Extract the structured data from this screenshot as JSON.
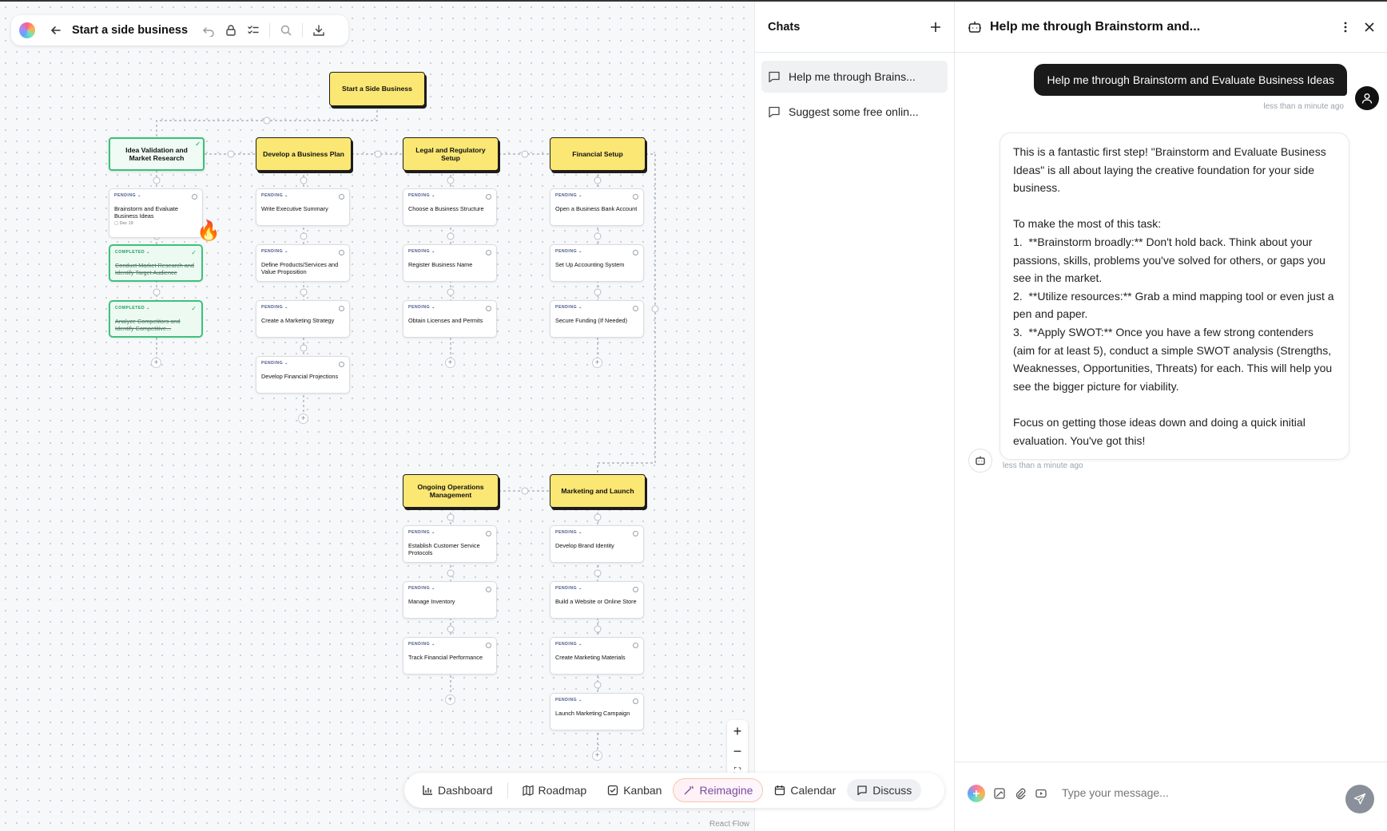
{
  "header": {
    "title": "Start a side business"
  },
  "board": {
    "root": "Start a Side Business",
    "columns": [
      {
        "title": "Idea Validation and Market Research",
        "done": true,
        "tasks": [
          {
            "status": "PENDING",
            "name": "Brainstorm and Evaluate Business Ideas",
            "date": "Dec 19",
            "done": false
          },
          {
            "status": "COMPLETED",
            "name": "Conduct Market Research and Identify Target Audience",
            "done": true
          },
          {
            "status": "COMPLETED",
            "name": "Analyze Competitors and Identify Competitive...",
            "done": true
          }
        ]
      },
      {
        "title": "Develop a Business Plan",
        "done": false,
        "tasks": [
          {
            "status": "PENDING",
            "name": "Write Executive Summary"
          },
          {
            "status": "PENDING",
            "name": "Define Products/Services and Value Proposition"
          },
          {
            "status": "PENDING",
            "name": "Create a Marketing Strategy"
          },
          {
            "status": "PENDING",
            "name": "Develop Financial Projections"
          }
        ]
      },
      {
        "title": "Legal and Regulatory Setup",
        "done": false,
        "tasks": [
          {
            "status": "PENDING",
            "name": "Choose a Business Structure"
          },
          {
            "status": "PENDING",
            "name": "Register Business Name"
          },
          {
            "status": "PENDING",
            "name": "Obtain Licenses and Permits"
          }
        ]
      },
      {
        "title": "Financial Setup",
        "done": false,
        "tasks": [
          {
            "status": "PENDING",
            "name": "Open a Business Bank Account"
          },
          {
            "status": "PENDING",
            "name": "Set Up Accounting System"
          },
          {
            "status": "PENDING",
            "name": "Secure Funding (If Needed)"
          }
        ]
      },
      {
        "title": "Ongoing Operations Management",
        "done": false,
        "tasks": [
          {
            "status": "PENDING",
            "name": "Establish Customer Service Protocols"
          },
          {
            "status": "PENDING",
            "name": "Manage Inventory"
          },
          {
            "status": "PENDING",
            "name": "Track Financial Performance"
          }
        ]
      },
      {
        "title": "Marketing and Launch",
        "done": false,
        "tasks": [
          {
            "status": "PENDING",
            "name": "Develop Brand Identity"
          },
          {
            "status": "PENDING",
            "name": "Build a Website or Online Store"
          },
          {
            "status": "PENDING",
            "name": "Create Marketing Materials"
          },
          {
            "status": "PENDING",
            "name": "Launch Marketing Campaign"
          }
        ]
      }
    ],
    "attribution": "React Flow"
  },
  "bottom_nav": {
    "dashboard": "Dashboard",
    "roadmap": "Roadmap",
    "kanban": "Kanban",
    "reimagine": "Reimagine",
    "calendar": "Calendar",
    "discuss": "Discuss"
  },
  "chats": {
    "title": "Chats",
    "items": [
      {
        "label": "Help me through Brains..."
      },
      {
        "label": "Suggest some free onlin..."
      }
    ]
  },
  "conversation": {
    "title": "Help me through Brainstorm and...",
    "user_message": "Help me through Brainstorm and Evaluate Business Ideas",
    "user_time": "less than a minute ago",
    "ai_message": "This is a fantastic first step! \"Brainstorm and Evaluate Business Ideas\" is all about laying the creative foundation for your side business.\n\nTo make the most of this task:\n1.  **Brainstorm broadly:** Don't hold back. Think about your passions, skills, problems you've solved for others, or gaps you see in the market.\n2.  **Utilize resources:** Grab a mind mapping tool or even just a pen and paper.\n3.  **Apply SWOT:** Once you have a few strong contenders (aim for at least 5), conduct a simple SWOT analysis (Strengths, Weaknesses, Opportunities, Threats) for each. This will help you see the bigger picture for viability.\n\nFocus on getting those ideas down and doing a quick initial evaluation. You've got this!",
    "ai_time": "less than a minute ago",
    "input_placeholder": "Type your message..."
  }
}
